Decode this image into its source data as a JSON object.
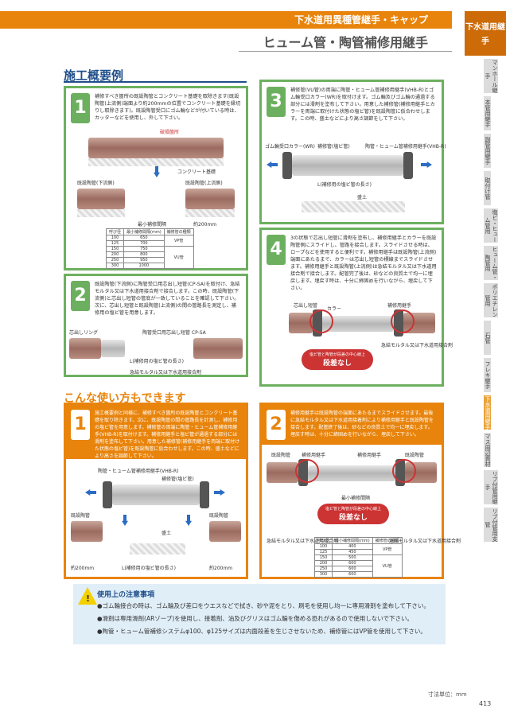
{
  "header": {
    "category": "下水道用異種管継手・キャップ",
    "title": "ヒューム管・陶管補修用継手",
    "side_heading": "下水道用継手"
  },
  "side_tabs": [
    "マンホール継手",
    "本管用継手",
    "副管用継手",
    "取付け管",
    "塩ビ・ヒューム管用",
    "ヒューム管・陶管用",
    "ポリエチレン管用",
    "石管",
    "フレキ継手",
    "下水道用継手",
    "マス周辺資材",
    "リブ付管用継手",
    "リブ付管用支管"
  ],
  "sections": {
    "procedure_title": "施工概要例",
    "other_uses_title": "こんな使い方もできます"
  },
  "steps": [
    {
      "num": "1",
      "text": "補修すべき箇所の既設陶管とコンクリート基礎を取除きます(既設陶管(上流側)端面より約200mmの位置でコンクリート基礎を縁切りし取除きます)。既設陶管受口にゴム輪などが付いている時は、カッターなどを使用し、外して下さい。"
    },
    {
      "num": "2",
      "text": "既設陶管(下流側)に陶管受口用芯出し短管(CP-SA)を取付け、急結モルタル又は下水道用接合剤で接合します。この時、既設陶管(下流側)と芯出し短管の管底が一致していることを確認して下さい。次に、芯出し短管と既設陶管(上流側)の間の管路長を測定し、補修用の塩ビ管を用意します。"
    },
    {
      "num": "3",
      "text": "補修管(VU管)の両端に陶管・ヒューム管補修用継手(VHB-R)とゴム輪受口カラー(WR)を取付けます。ゴム輪及びゴム輪の通過する部分には滑剤を塗布して下さい。用意した補修管(補修用継手とカラーを両端に取付けた状態の塩ビ管)を既設陶管に仮合わせします。この時、盛土などにより高さ調節をして下さい。"
    },
    {
      "num": "4",
      "text": "3の状態で芯出し短管に滑剤を塗布し、補修用継手とカラーを既設陶管側にスライドし、管路を接合します。スライドさせる時は、ロープなどを使用すると便利です。補修用継手は既設陶管(上流側)端面にあたるまで、カラーは芯出し短管の標線までスライドさせます。補修用継手と既設陶管(上流側)は急結モルタル又は下水道用接合剤で接合します。配管完了後は、砂などの良質土で均一に埋戻します。埋戻す時は、十分に締固めを行いながら、埋戻して下さい。"
    }
  ],
  "uses": [
    {
      "num": "1",
      "text": "施工概要例と同様に、補修すべき箇所の既設陶管とコンクリート基礎を取り除きます。次に、既設陶管の間の管路長を計測し、補修用の塩ビ管を用意します。補修管の両端に陶管・ヒューム管補修用継手(VHB-R)を取付けます。補修用継手と塩ビ管が通過する部分には滑剤を塗布して下さい。用意した補修管(補修用継手を両端に取付けた状態の塩ビ管)を既設陶管に仮合わせします。この時、盛土などにより高さを調節して下さい。"
    },
    {
      "num": "2",
      "text": "補修用継手は既設陶管の端面にあたるまでスライドさせます。最後に急結モルタル又は下水道用接着剤により補修用継手と既設陶管を接合します。配管終了後は、砂などの良質土で均一に埋戻します。埋戻す時は、十分に締固めを行いながら、埋戻して下さい。"
    }
  ],
  "labels": {
    "damaged": "破損箇所",
    "concrete": "コンクリート基礎",
    "existing_down": "既設陶管(下流側)",
    "existing_up": "既設陶管(上流側)",
    "min_interval": "最小補修間隔",
    "approx200": "約200mm",
    "center_ring": "芯出しリング",
    "cp_sa": "陶管受口用芯出し短管 CP-SA",
    "pipe_length": "L(補修用の塩ビ管の長さ)",
    "mortar": "急結モルタル又は下水道用接合剤",
    "wr": "ゴム輪受口カラー(WR)",
    "vu": "補修管(塩ビ管)",
    "vhb": "陶管・ヒューム管補修用継手(VHB-R)",
    "embank": "盛土",
    "center_short": "芯出し短管",
    "collar": "カラー",
    "joint": "補修用継手",
    "existing": "既設陶管",
    "vu_short": "補修管(塩ビ管)",
    "no_step_small": "塩ビ管と陶管が段差の中心線上",
    "no_step": "段差なし"
  },
  "table1": {
    "headers": [
      "呼び径",
      "最小補修間隔(mm)",
      "補修管の種類"
    ],
    "rows": [
      [
        "100",
        "650"
      ],
      [
        "125",
        "700"
      ],
      [
        "150",
        "750"
      ],
      [
        "200",
        "800"
      ],
      [
        "250",
        "950"
      ],
      [
        "300",
        "1000"
      ]
    ],
    "types": [
      "VP管",
      "VU管"
    ]
  },
  "table2": {
    "headers": [
      "呼び径",
      "最小補修間隔(mm)",
      "補修管の種類"
    ],
    "rows": [
      [
        "100",
        "400"
      ],
      [
        "125",
        "450"
      ],
      [
        "150",
        "500"
      ],
      [
        "200",
        "600"
      ],
      [
        "250",
        "600"
      ],
      [
        "300",
        "600"
      ]
    ],
    "types": [
      "VP管",
      "VU管"
    ]
  },
  "notes": {
    "title": "使用上の注意事項",
    "items": [
      "●ゴム輪接合の時は、ゴム輪及び差口をウエスなどで拭き、砂や泥をとり、刷毛を使用し均一に専用滑剤を塗布して下さい。",
      "●滑剤は専用滑剤(ARゾープ)を使用し、接着剤、油及びグリスはゴム輪を傷める恐れがあるので使用しないで下さい。",
      "●陶管・ヒューム管補修システムφ100、φ125サイズは内面段差を生じさせないため、補修管にはVP管を使用して下さい。"
    ]
  },
  "footer": {
    "unit": "寸法単位：mm",
    "page": "413"
  }
}
